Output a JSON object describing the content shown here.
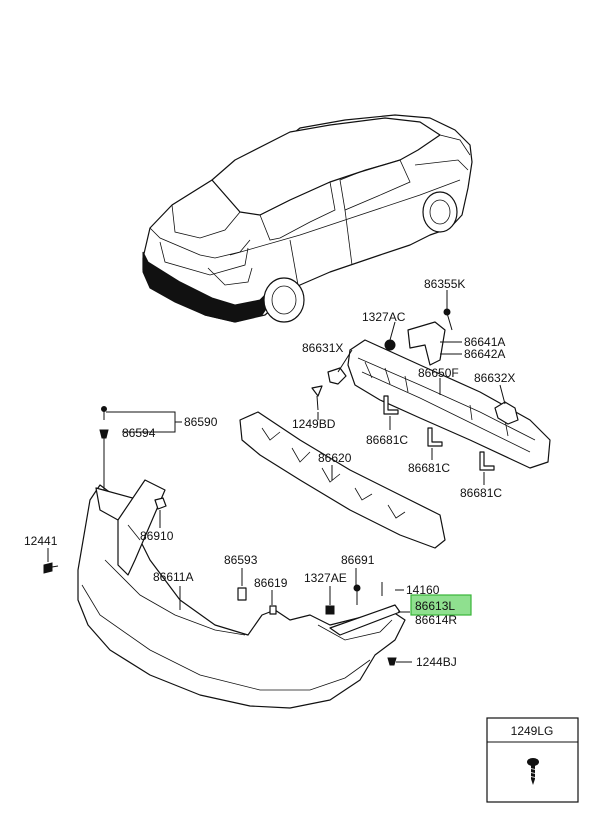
{
  "labels": {
    "p86355K": "86355K",
    "p1327AC": "1327AC",
    "p86641A": "86641A",
    "p86642A": "86642A",
    "p86631X": "86631X",
    "p86650F": "86650F",
    "p86632X": "86632X",
    "p1249BD": "1249BD",
    "p86681C_a": "86681C",
    "p86681C_b": "86681C",
    "p86681C_c": "86681C",
    "p86590": "86590",
    "p86594": "86594",
    "p86620": "86620",
    "p86910": "86910",
    "p12441": "12441",
    "p86593": "86593",
    "p86691": "86691",
    "p86611A": "86611A",
    "p86619": "86619",
    "p1327AE": "1327AE",
    "p14160": "14160",
    "p86613L": "86613L",
    "p86614R": "86614R",
    "p1244BJ": "1244BJ"
  },
  "legend_box": {
    "title": "1249LG"
  },
  "colors": {
    "highlight": "#8fe08f",
    "highlight_border": "#39b539",
    "ink": "#111111"
  },
  "highlighted_part": "86613L"
}
